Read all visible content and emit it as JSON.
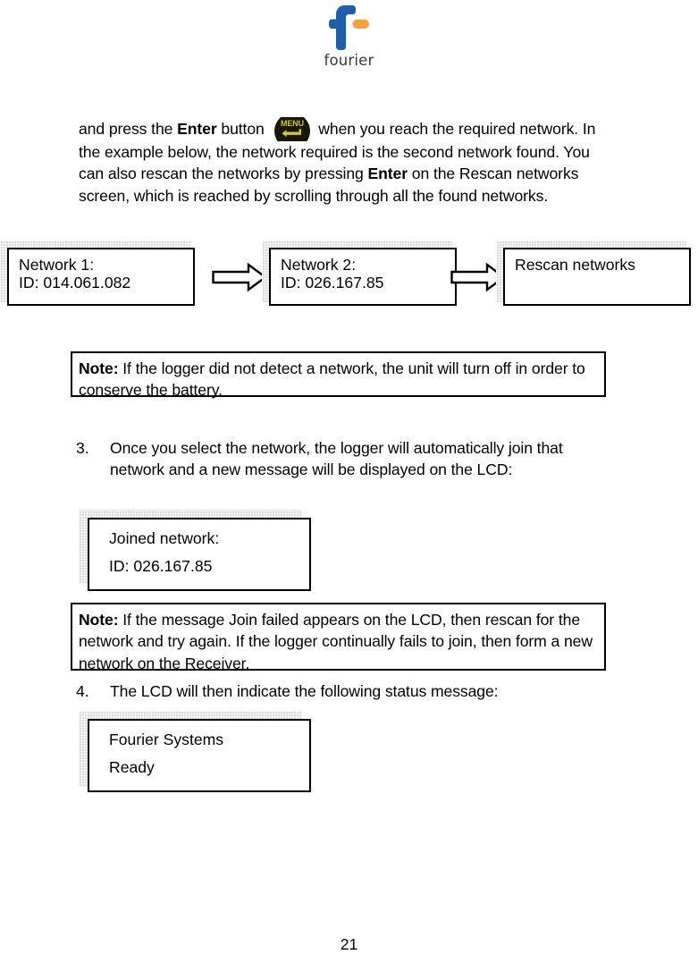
{
  "document": {
    "page_number": "21",
    "logo": {
      "icon_name": "fourier-logo",
      "wordmark": "fourier",
      "blue": "#1f5fa9",
      "orange": "#f5a23c"
    }
  },
  "intro_paragraph": {
    "part1": "and press the ",
    "bold1": "Enter",
    "part2": " button ",
    "menu_button_label": "MENU",
    "part3": " when you reach the required network. In the example below, the network required is the second network found. You can also rescan the networks by pressing ",
    "bold2": "Enter",
    "part4": " on the Rescan networks screen, which is reached by scrolling through all the found networks."
  },
  "network_flow": {
    "screens": [
      {
        "line1": "Network 1:",
        "line2": "ID: 014.061.082"
      },
      {
        "line1": "Network 2:",
        "line2": "ID: 026.167.85"
      },
      {
        "line1": "Rescan networks",
        "line2": ""
      }
    ],
    "arrow_icon": "right-block-arrow"
  },
  "note_1": {
    "label": "Note:",
    "text": " If the logger did not detect a network, the unit will turn off in order to conserve the battery."
  },
  "step_3": {
    "number": "3.",
    "text": "Once you select the network, the logger will automatically join that network and a new message will be displayed on the LCD:"
  },
  "joined_screen": {
    "line1": "Joined network:",
    "line2": "ID: 026.167.85"
  },
  "note_2": {
    "label": "Note:",
    "text": " If the message Join failed appears on the LCD, then rescan for the network and try again. If the logger continually fails to join, then form a new network on the Receiver."
  },
  "step_4": {
    "number": "4.",
    "text": "The LCD will then indicate the following status message:"
  },
  "status_screen": {
    "line1": "Fourier Systems",
    "line2": "Ready"
  }
}
